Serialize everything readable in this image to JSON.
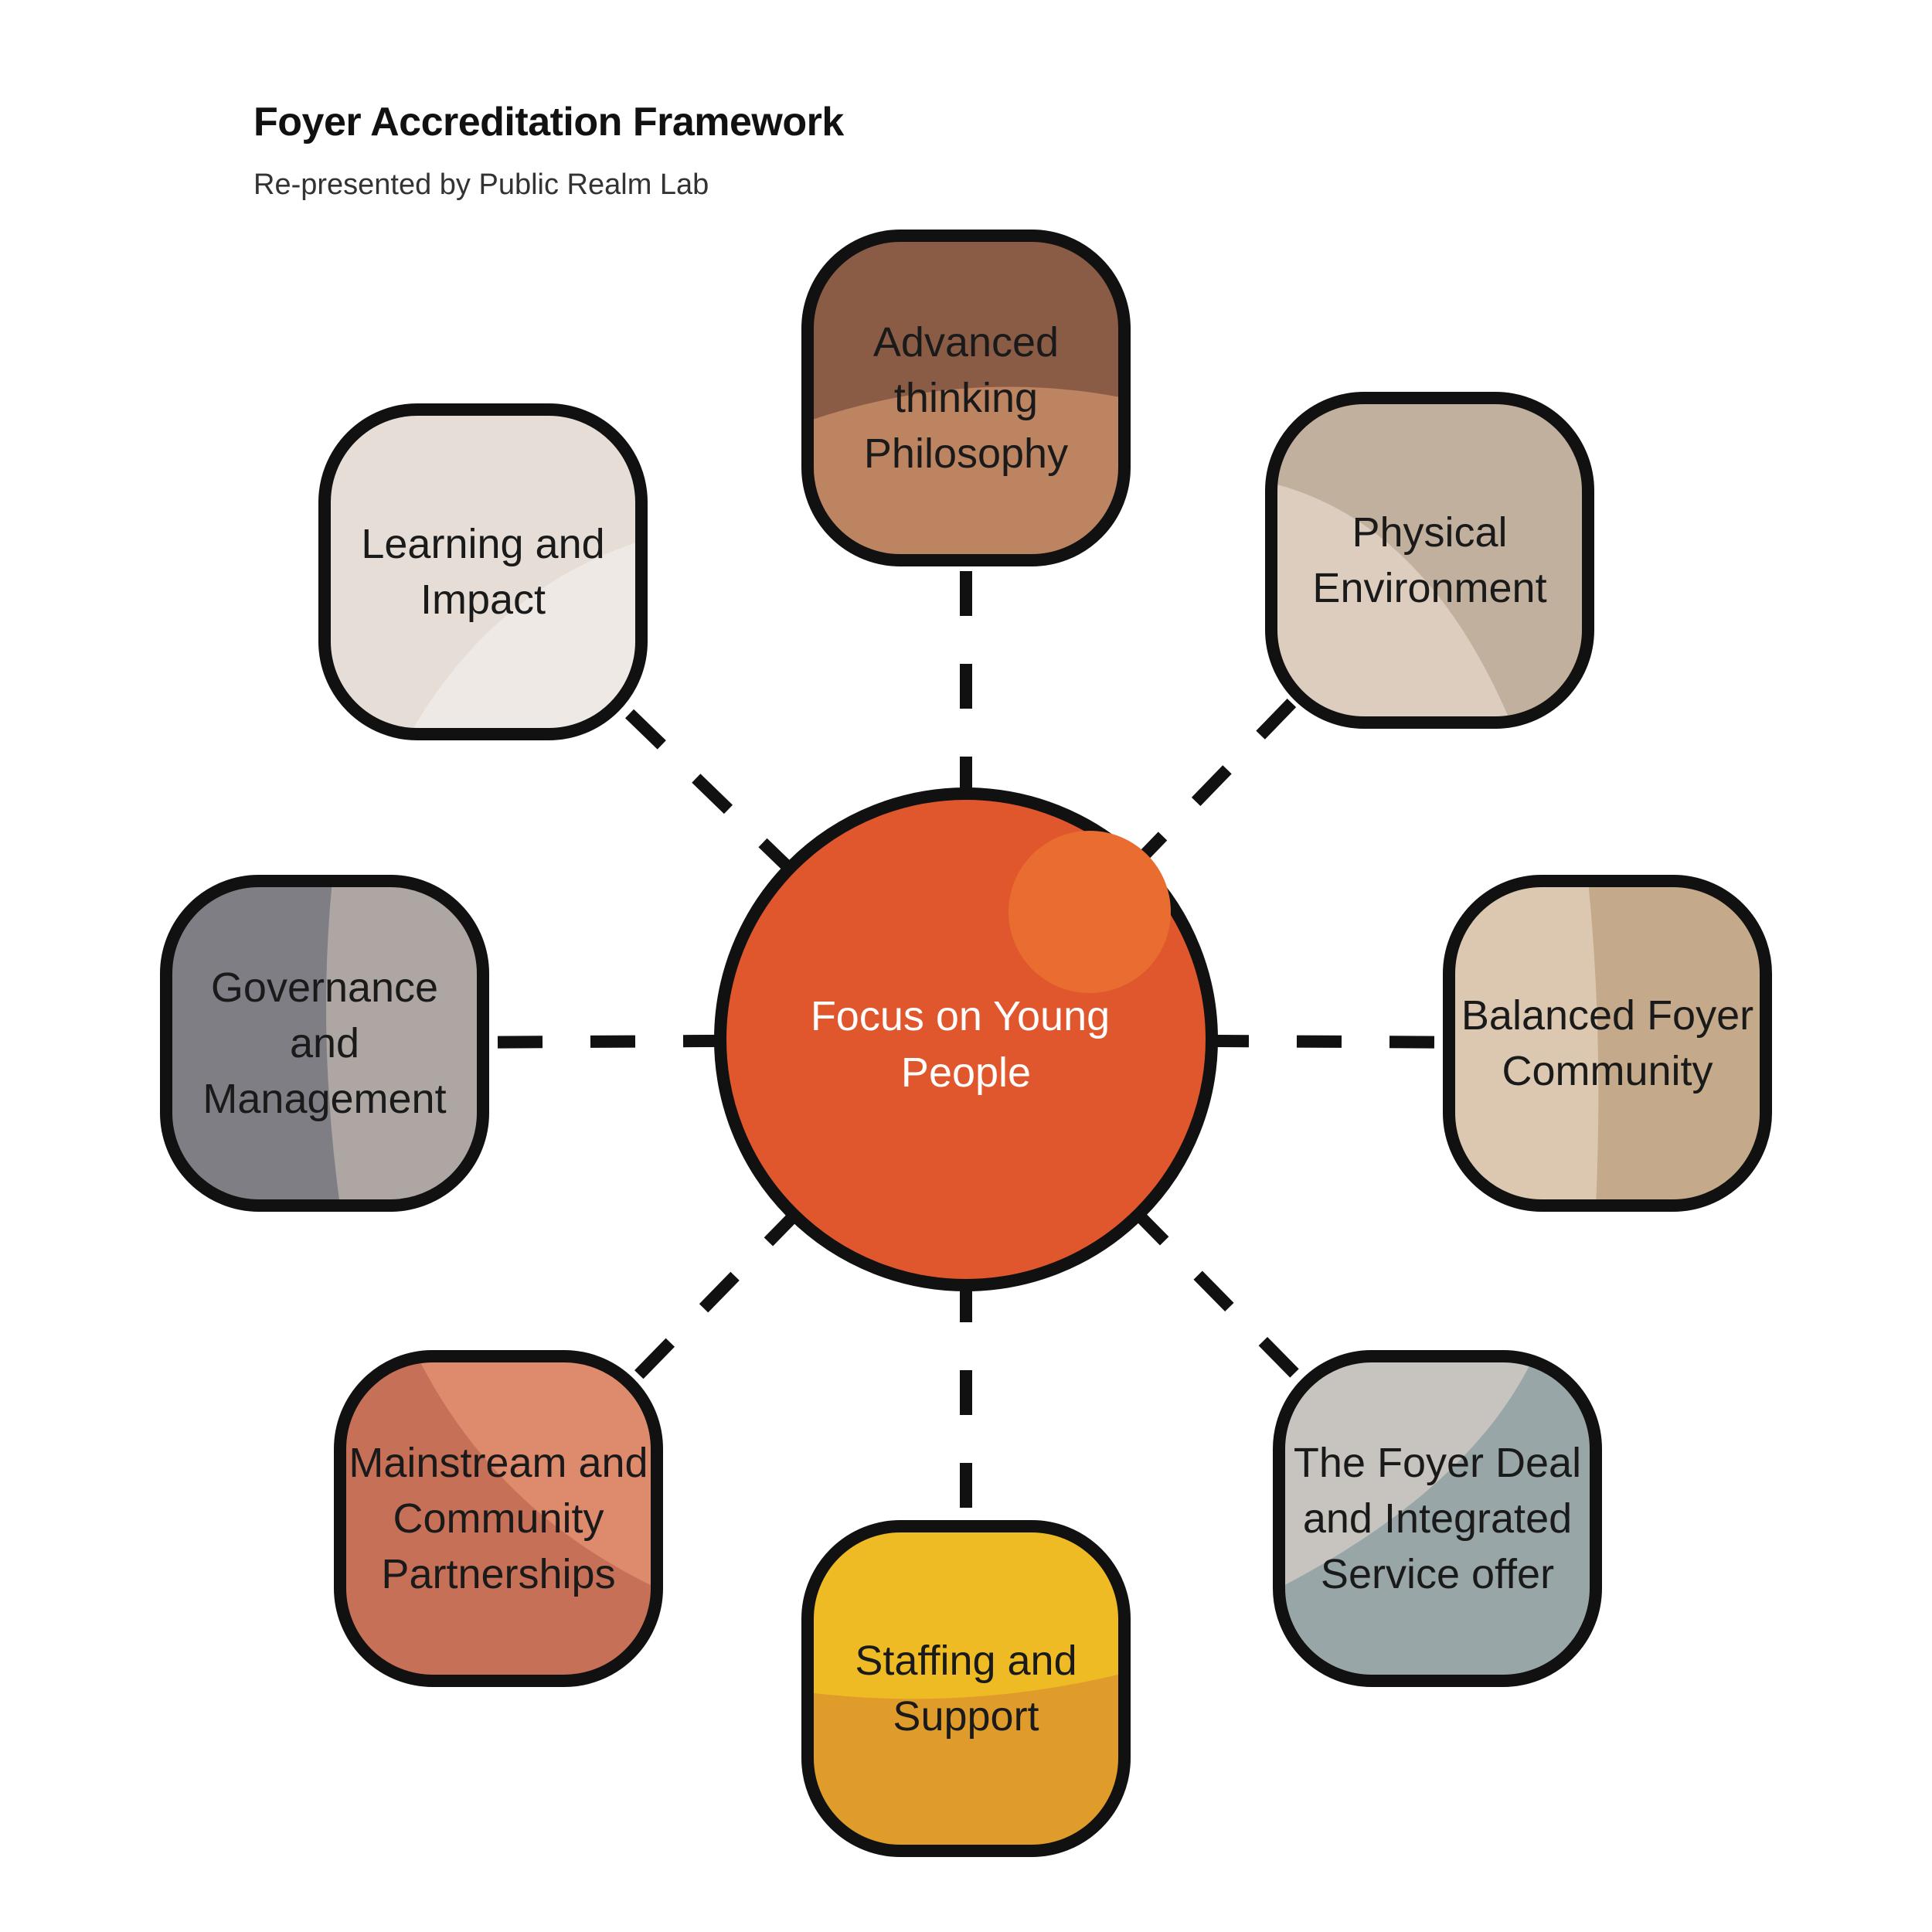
{
  "header": {
    "title": "Foyer Accreditation Framework",
    "subtitle": "Re-presented by Public Realm Lab"
  },
  "hub": {
    "lines": [
      "Focus on Young",
      "People"
    ],
    "color": "#e0572d",
    "highlight": "#e96c30"
  },
  "nodes": [
    {
      "id": "advanced-thinking-philosophy",
      "lines": [
        "Advanced",
        "thinking",
        "Philosophy"
      ],
      "base": "#bd8461",
      "shade": "#8a5c46"
    },
    {
      "id": "physical-environment",
      "lines": [
        "Physical",
        "Environment"
      ],
      "base": "#dccdbe",
      "shade": "#c2b09f"
    },
    {
      "id": "balanced-foyer-community",
      "lines": [
        "Balanced Foyer",
        "Community"
      ],
      "base": "#dcc8b0",
      "shade": "#c4aa8a"
    },
    {
      "id": "foyer-deal-integrated-service",
      "lines": [
        "The Foyer Deal",
        "and Integrated",
        "Service offer"
      ],
      "base": "#98a6a7",
      "shade": "#c7c4c0"
    },
    {
      "id": "staffing-and-support",
      "lines": [
        "Staffing and",
        "Support"
      ],
      "base": "#df9c2b",
      "shade": "#efbb25"
    },
    {
      "id": "mainstream-community-partnerships",
      "lines": [
        "Mainstream and",
        "Community",
        "Partnerships"
      ],
      "base": "#c67058",
      "shade": "#de8a6d"
    },
    {
      "id": "governance-and-management",
      "lines": [
        "Governance",
        "and",
        "Management"
      ],
      "base": "#aea6a3",
      "shade": "#807e85"
    },
    {
      "id": "learning-and-impact",
      "lines": [
        "Learning and",
        "Impact"
      ],
      "base": "#e6ded6",
      "shade": "#efe9e5"
    }
  ]
}
